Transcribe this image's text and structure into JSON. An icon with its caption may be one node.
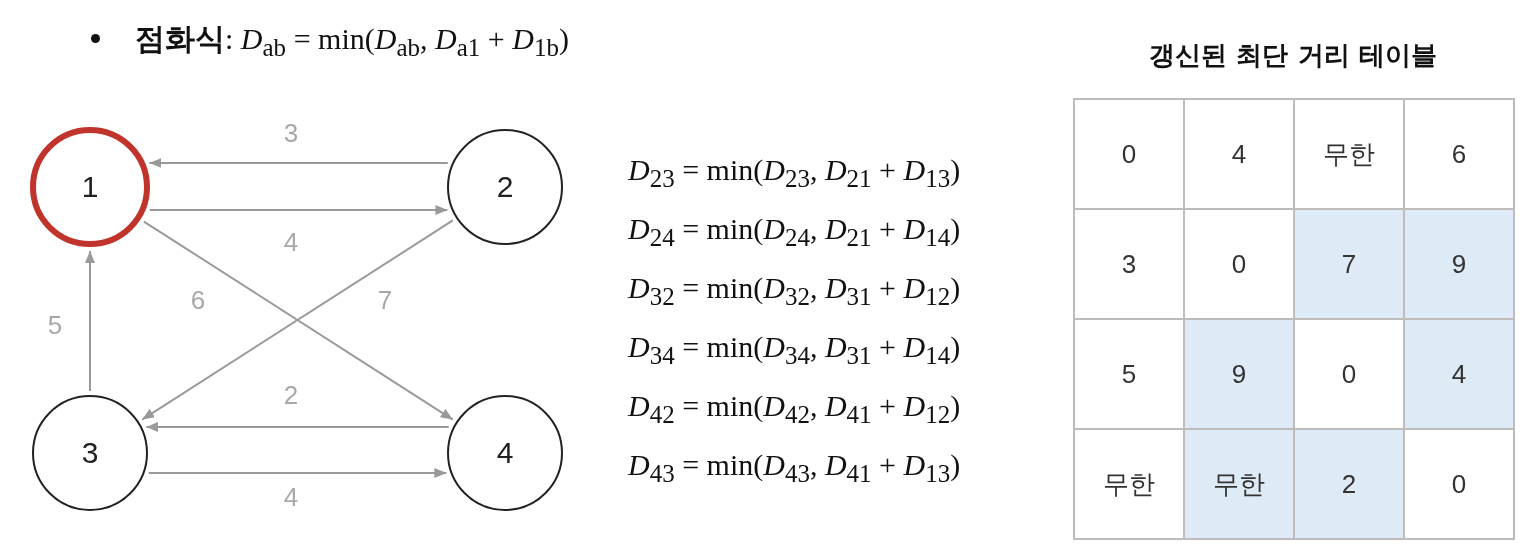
{
  "diagram": {
    "nodes": [
      {
        "text": [
          "1"
        ]
      },
      {
        "text": [
          "2"
        ]
      },
      {
        "text": [
          "3"
        ]
      },
      {
        "text": [
          "4"
        ]
      }
    ],
    "edges": [
      {
        "from": 1,
        "to": 0,
        "arrow": "to",
        "label": "3"
      },
      {
        "from": 0,
        "to": 1,
        "arrow": "to",
        "label": "4"
      },
      {
        "from": 0,
        "to": 3,
        "arrow": "to",
        "label": "6"
      },
      {
        "from": 1,
        "to": 2,
        "arrow": "to",
        "label": "7"
      },
      {
        "from": 2,
        "to": 0,
        "arrow": "to",
        "label": "5"
      },
      {
        "from": 3,
        "to": 2,
        "arrow": "to",
        "label": "2"
      },
      {
        "from": 2,
        "to": 3,
        "arrow": "to",
        "label": "4"
      }
    ],
    "labels": [
      "**점화식**: *D*$_{ab}$ = min(*D*$_{ab}$, *D*$_{a1}$ + *D*$_{1b}$)",
      "갱신된 최단 거리 테이블",
      "*D*$_{23}$ = min(*D*$_{23}$, *D*$_{21}$ + *D*$_{13}$)",
      "*D*$_{24}$ = min(*D*$_{24}$, *D*$_{21}$ + *D*$_{14}$)",
      "*D*$_{32}$ = min(*D*$_{32}$, *D*$_{31}$ + *D*$_{12}$)",
      "*D*$_{34}$ = min(*D*$_{34}$, *D*$_{31}$ + *D*$_{14}$)",
      "*D*$_{42}$ = min(*D*$_{42}$, *D*$_{41}$ + *D*$_{12}$)",
      "*D*$_{43}$ = min(*D*$_{43}$, *D*$_{41}$ + *D*$_{13}$)",
      "0",
      "4",
      "무한",
      "6",
      "3",
      "0",
      "7",
      "9",
      "5",
      "9",
      "0",
      "4",
      "무한",
      "무한",
      "2",
      "0"
    ]
  }
}
